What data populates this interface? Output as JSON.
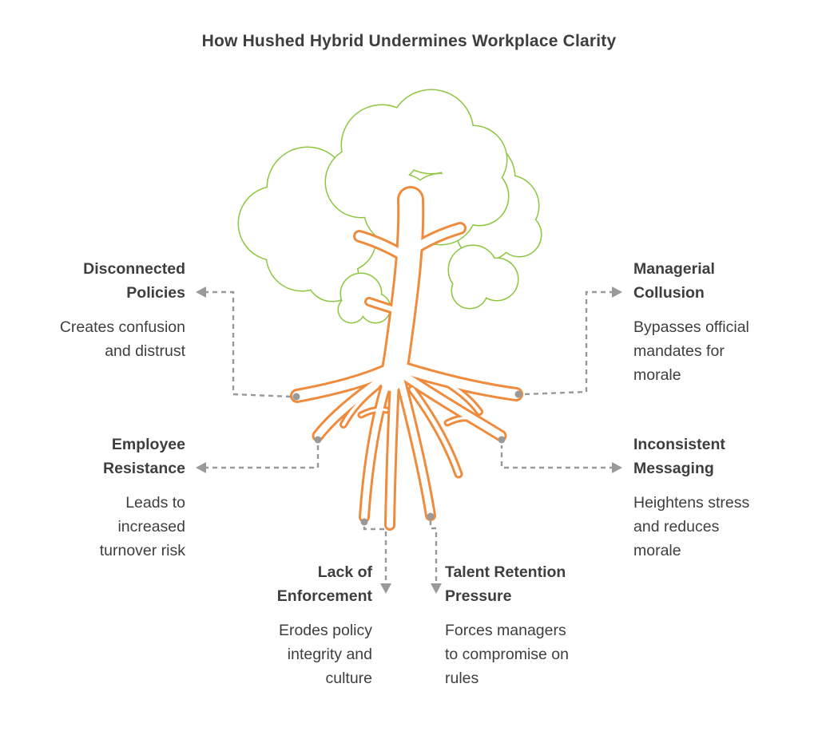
{
  "title": "How Hushed Hybrid Undermines Workplace Clarity",
  "callouts": {
    "disconnected_policies": {
      "heading": "Disconnected\nPolicies",
      "body": "Creates confusion\nand distrust"
    },
    "managerial_collusion": {
      "heading": "Managerial\nCollusion",
      "body": "Bypasses official\nmandates for\nmorale"
    },
    "employee_resistance": {
      "heading": "Employee\nResistance",
      "body": "Leads to\nincreased\nturnover risk"
    },
    "inconsistent_messaging": {
      "heading": "Inconsistent\nMessaging",
      "body": "Heightens stress\nand reduces\nmorale"
    },
    "lack_of_enforcement": {
      "heading": "Lack of\nEnforcement",
      "body": "Erodes policy\nintegrity and\nculture"
    },
    "talent_retention_pressure": {
      "heading": "Talent Retention\nPressure",
      "body": "Forces managers\nto compromise on\nrules"
    }
  },
  "icons": {
    "tree": "tree-with-roots-illustration",
    "connector_end_dot": "dot",
    "connector_end_arrow": "arrowhead"
  },
  "colors": {
    "canopy_green": "#8DC63F",
    "root_orange": "#EF8B3C",
    "connector_gray": "#999999",
    "text_dark": "#3E3E3E",
    "background": "#FFFFFF"
  }
}
